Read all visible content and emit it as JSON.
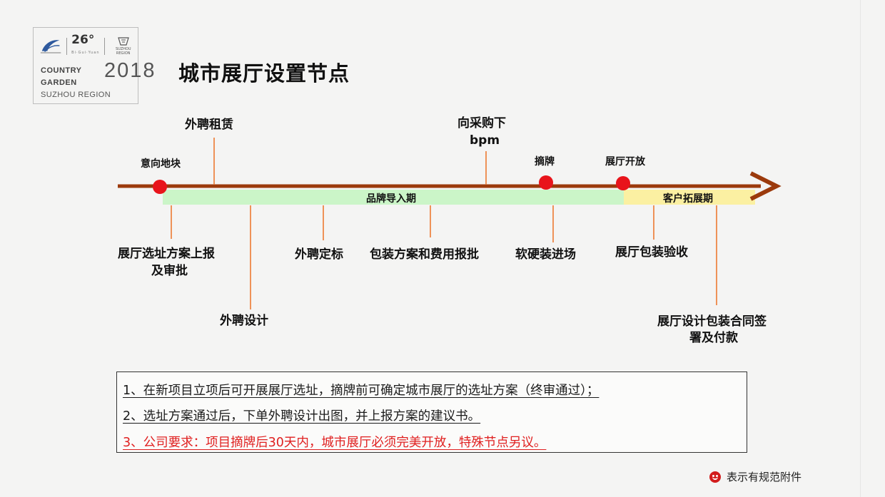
{
  "logo": {
    "brand_mark": "碧桂园",
    "anniversary": "26°",
    "anniversary_sub": "Bi·Gui·Yuan",
    "region_badge": "SUZHOU REGION",
    "line1": "COUNTRY",
    "line2": "GARDEN",
    "line3": "SUZHOU REGION"
  },
  "year": "2018",
  "title": "城市展厅设置节点",
  "timeline": {
    "axis_color": "#9b3a0c",
    "milestone_color": "#e8141b",
    "connector_color": "#ec7a32",
    "phases": [
      {
        "label": "品牌导入期",
        "color": "#cbf5c8"
      },
      {
        "label": "客户拓展期",
        "color": "#fbf0a2"
      }
    ],
    "milestones": [
      "意向地块",
      "摘牌",
      "展厅开放"
    ],
    "above_labels": [
      "外聘租赁",
      "向采购下",
      "bpm"
    ],
    "below_labels": [
      "展厅选址方案上报",
      "及审批",
      "外聘设计",
      "外聘定标",
      "包装方案和费用报批",
      "软硬装进场",
      "展厅包装验收",
      "展厅设计包装合同签",
      "署及付款"
    ]
  },
  "notes": [
    {
      "text": "1、在新项目立项后可开展展厅选址，摘牌前可确定城市展厅的选址方案（终审通过）；",
      "color": "#1a1a1a"
    },
    {
      "text": "2、选址方案通过后，下单外聘设计出图，并上报方案的建议书。",
      "color": "#1a1a1a"
    },
    {
      "text": "3、公司要求：项目摘牌后30天内，城市展厅必须完美开放，特殊节点另议。",
      "color": "#e02020"
    }
  ],
  "footer": {
    "icon": "smiley-icon",
    "text": "表示有规范附件"
  }
}
